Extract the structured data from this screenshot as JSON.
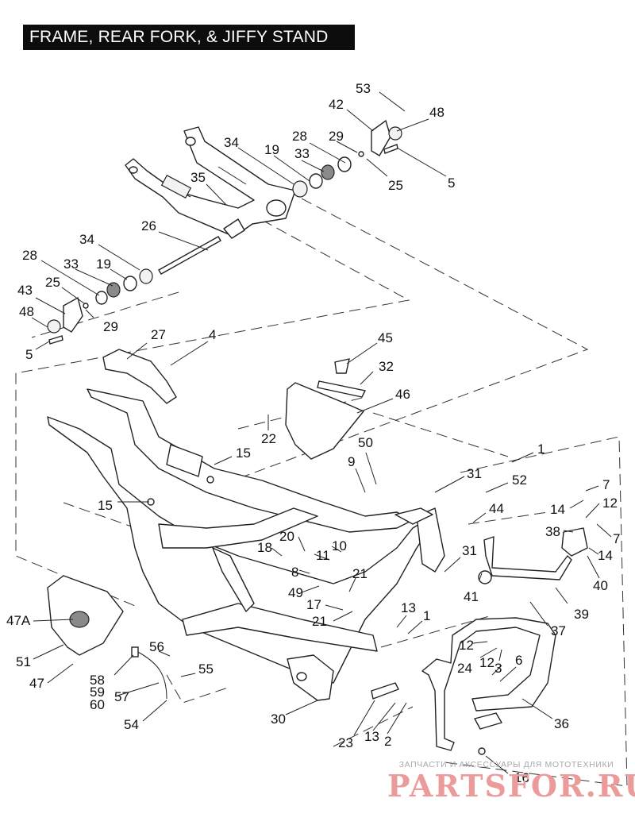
{
  "title": "FRAME, REAR FORK, & JIFFY STAND",
  "callouts": [
    {
      "id": "53",
      "text": "53"
    },
    {
      "id": "42",
      "text": "42"
    },
    {
      "id": "48a",
      "text": "48"
    },
    {
      "id": "28a",
      "text": "28"
    },
    {
      "id": "29a",
      "text": "29"
    },
    {
      "id": "34a",
      "text": "34"
    },
    {
      "id": "19a",
      "text": "19"
    },
    {
      "id": "33a",
      "text": "33"
    },
    {
      "id": "25a",
      "text": "25"
    },
    {
      "id": "5a",
      "text": "5"
    },
    {
      "id": "35",
      "text": "35"
    },
    {
      "id": "26",
      "text": "26"
    },
    {
      "id": "34b",
      "text": "34"
    },
    {
      "id": "28b",
      "text": "28"
    },
    {
      "id": "33b",
      "text": "33"
    },
    {
      "id": "19b",
      "text": "19"
    },
    {
      "id": "25b",
      "text": "25"
    },
    {
      "id": "43",
      "text": "43"
    },
    {
      "id": "48b",
      "text": "48"
    },
    {
      "id": "29b",
      "text": "29"
    },
    {
      "id": "5b",
      "text": "5"
    },
    {
      "id": "27",
      "text": "27"
    },
    {
      "id": "4",
      "text": "4"
    },
    {
      "id": "45",
      "text": "45"
    },
    {
      "id": "32",
      "text": "32"
    },
    {
      "id": "46",
      "text": "46"
    },
    {
      "id": "22",
      "text": "22"
    },
    {
      "id": "15a",
      "text": "15"
    },
    {
      "id": "15b",
      "text": "15"
    },
    {
      "id": "50",
      "text": "50"
    },
    {
      "id": "9",
      "text": "9"
    },
    {
      "id": "1a",
      "text": "1"
    },
    {
      "id": "31a",
      "text": "31"
    },
    {
      "id": "52",
      "text": "52"
    },
    {
      "id": "44",
      "text": "44"
    },
    {
      "id": "7a",
      "text": "7"
    },
    {
      "id": "14a",
      "text": "14"
    },
    {
      "id": "12a",
      "text": "12"
    },
    {
      "id": "38",
      "text": "38"
    },
    {
      "id": "7b",
      "text": "7"
    },
    {
      "id": "14b",
      "text": "14"
    },
    {
      "id": "40",
      "text": "40"
    },
    {
      "id": "20",
      "text": "20"
    },
    {
      "id": "18",
      "text": "18"
    },
    {
      "id": "11",
      "text": "11"
    },
    {
      "id": "10",
      "text": "10"
    },
    {
      "id": "8",
      "text": "8"
    },
    {
      "id": "49",
      "text": "49"
    },
    {
      "id": "21a",
      "text": "21"
    },
    {
      "id": "31b",
      "text": "31"
    },
    {
      "id": "41",
      "text": "41"
    },
    {
      "id": "39",
      "text": "39"
    },
    {
      "id": "17",
      "text": "17"
    },
    {
      "id": "21b",
      "text": "21"
    },
    {
      "id": "13a",
      "text": "13"
    },
    {
      "id": "1b",
      "text": "1"
    },
    {
      "id": "37",
      "text": "37"
    },
    {
      "id": "47A",
      "text": "47A"
    },
    {
      "id": "51",
      "text": "51"
    },
    {
      "id": "47",
      "text": "47"
    },
    {
      "id": "56",
      "text": "56"
    },
    {
      "id": "55",
      "text": "55"
    },
    {
      "id": "58",
      "text": "58"
    },
    {
      "id": "59",
      "text": "59"
    },
    {
      "id": "60",
      "text": "60"
    },
    {
      "id": "57",
      "text": "57"
    },
    {
      "id": "54",
      "text": "54"
    },
    {
      "id": "30",
      "text": "30"
    },
    {
      "id": "12b",
      "text": "12"
    },
    {
      "id": "24",
      "text": "24"
    },
    {
      "id": "12c",
      "text": "12"
    },
    {
      "id": "3",
      "text": "3"
    },
    {
      "id": "6",
      "text": "6"
    },
    {
      "id": "36",
      "text": "36"
    },
    {
      "id": "23",
      "text": "23"
    },
    {
      "id": "13b",
      "text": "13"
    },
    {
      "id": "2",
      "text": "2"
    },
    {
      "id": "16",
      "text": "16"
    }
  ],
  "watermark": {
    "tagline": "ЗАПЧАСТИ И АКСЕССУАРЫ ДЛЯ МОТОТЕХНИКИ",
    "brand": "PARTSFOR.RU",
    "color": "#ec9b9b"
  }
}
